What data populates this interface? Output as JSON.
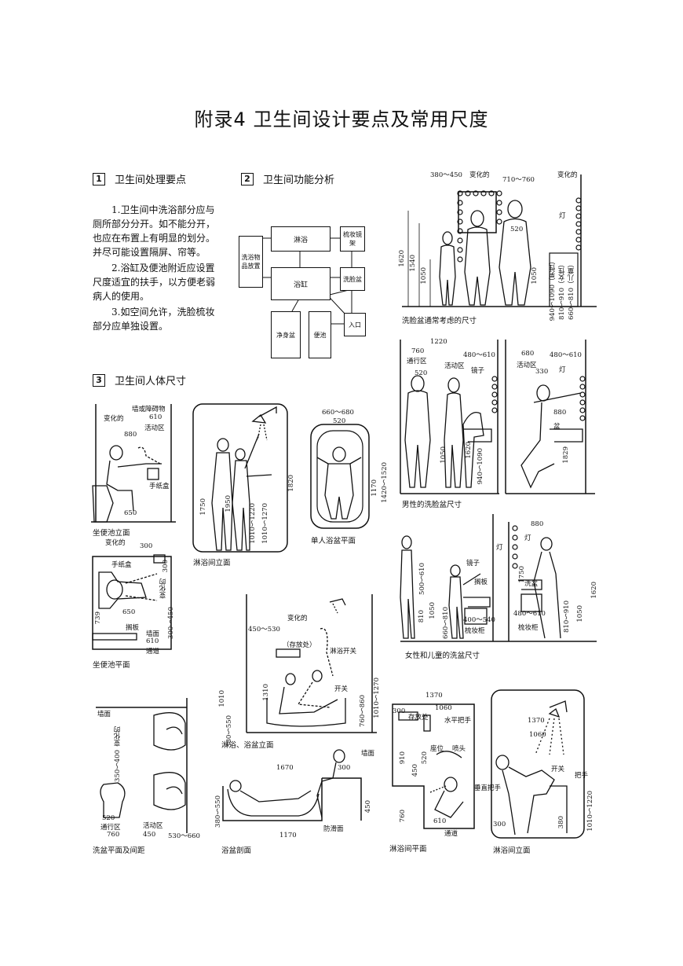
{
  "title": "附录4 卫生间设计要点及常用尺度",
  "section1": {
    "num": "1",
    "heading": "卫生间处理要点",
    "paragraphs": [
      "1.卫生间中洗浴部分应与厕所部分分开。如不能分开，也应在布置上有明显的划分。并尽可能设置隔屏、帘等。",
      "2.浴缸及便池附近应设置尺度适宜的扶手，以方便老弱病人的使用。",
      "3.如空间允许，洗脸梳妆部分应单独设置。"
    ]
  },
  "section2": {
    "num": "2",
    "heading": "卫生间功能分析",
    "boxes": {
      "linyu": "淋浴",
      "shuzhuang": "梳妆镜架",
      "xiyu": "洗浴物品放置",
      "yugang": "浴缸",
      "xilianpen": "洗脸盆",
      "rukou": "入口",
      "jingshenpen": "净身盆",
      "bianchi": "便池"
    }
  },
  "section3": {
    "num": "3",
    "heading": "卫生间人体尺寸"
  },
  "figures": {
    "basin_common": {
      "caption": "洗脸盆通常考虑的尺寸",
      "dims": [
        "380～450",
        "变化的",
        "710～760",
        "变化的",
        "520",
        "灯",
        "1620",
        "1540",
        "1050",
        "1050",
        "940～1090（男性）",
        "810～910（女性）",
        "660～810（儿童）"
      ]
    },
    "basin_male": {
      "caption": "男性的洗脸盆尺寸",
      "dims": [
        "1220",
        "760",
        "通行区",
        "480～610",
        "活动区",
        "镜子",
        "520",
        "680",
        "480～610",
        "活动区",
        "330",
        "灯",
        "880",
        "盆",
        "1050",
        "1620",
        "940～1090",
        "1829"
      ]
    },
    "toilet_elev": {
      "caption": "坐便池立面",
      "dims": [
        "墙或障碍物",
        "变化的",
        "610",
        "活动区",
        "880",
        "手纸盒",
        "650"
      ]
    },
    "toilet_plan": {
      "caption": "坐便池平面",
      "dims": [
        "变化的",
        "300",
        "手纸盒",
        "300",
        "变化的",
        "739",
        "650",
        "300～450",
        "搁板",
        "墙面",
        "610",
        "通道"
      ]
    },
    "shower_elev1": {
      "caption": "淋浴间立面",
      "dims": [
        "1750",
        "1950",
        "1010～1220",
        "1010～1270",
        "1820"
      ]
    },
    "bath_plan": {
      "caption": "单人浴盆平面",
      "dims": [
        "660～680",
        "520",
        "1170",
        "1420～1520"
      ]
    },
    "basin_female": {
      "caption": "女性和儿童的洗盆尺寸",
      "dims": [
        "880",
        "灯",
        "灯",
        "镜子",
        "1750",
        "搁板",
        "洗盆",
        "500～610",
        "1050",
        "810",
        "660～810",
        "400～540",
        "梳妆柜",
        "480～610",
        "梳妆柜",
        "810～910",
        "1050",
        "1620"
      ]
    },
    "shower_bath_elev": {
      "caption": "淋浴、浴盆立面",
      "dims": [
        "变化的",
        "450～530",
        "（存放处）",
        "淋浴开关",
        "开关",
        "1010",
        "1310",
        "380～550",
        "760～860",
        "1010～1270"
      ]
    },
    "wash_plan": {
      "caption": "洗盆平面及间距",
      "dims": [
        "墙面",
        "变化的",
        "350～400",
        "520",
        "通行区",
        "活动区",
        "760",
        "450",
        "530～660"
      ]
    },
    "bath_section": {
      "caption": "浴盆剖面",
      "dims": [
        "1670",
        "墙面",
        "300",
        "380～550",
        "450",
        "防滑面",
        "1170"
      ]
    },
    "shower_plan": {
      "caption": "淋浴间平面",
      "dims": [
        "1370",
        "1060",
        "300",
        "存放处",
        "水平把手",
        "座位",
        "喷头",
        "910",
        "450",
        "520",
        "垂直把手",
        "760",
        "610",
        "通道"
      ]
    },
    "shower_elev2": {
      "caption": "淋浴间立面",
      "dims": [
        "1370",
        "1060",
        "开关",
        "把手",
        "300",
        "380",
        "1010～1220"
      ]
    }
  }
}
